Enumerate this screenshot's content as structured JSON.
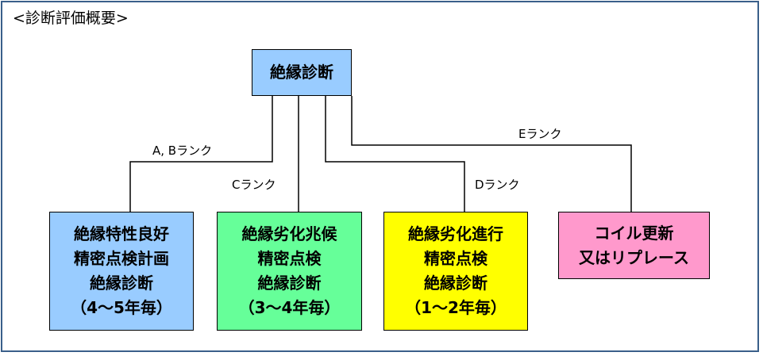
{
  "heading": "<診断評価概要>",
  "root": {
    "label": "絶縁診断",
    "color": "#99ccff"
  },
  "outcomes": [
    {
      "lines": [
        "絶縁特性良好",
        "精密点検計画",
        "絶縁診断",
        "（4～5年毎）"
      ],
      "color": "#99ccff"
    },
    {
      "lines": [
        "絶縁劣化兆候",
        "精密点検",
        "絶縁診断",
        "（3～4年毎）"
      ],
      "color": "#66ff99"
    },
    {
      "lines": [
        "絶縁劣化進行",
        "精密点検",
        "絶縁診断",
        "（1～2年毎）"
      ],
      "color": "#ffff00"
    },
    {
      "lines": [
        "コイル更新",
        "又はリプレース"
      ],
      "color": "#ff99cc"
    }
  ],
  "edges": [
    {
      "label": "A, Bランク"
    },
    {
      "label": "Cランク"
    },
    {
      "label": "Dランク"
    },
    {
      "label": "Eランク"
    }
  ]
}
